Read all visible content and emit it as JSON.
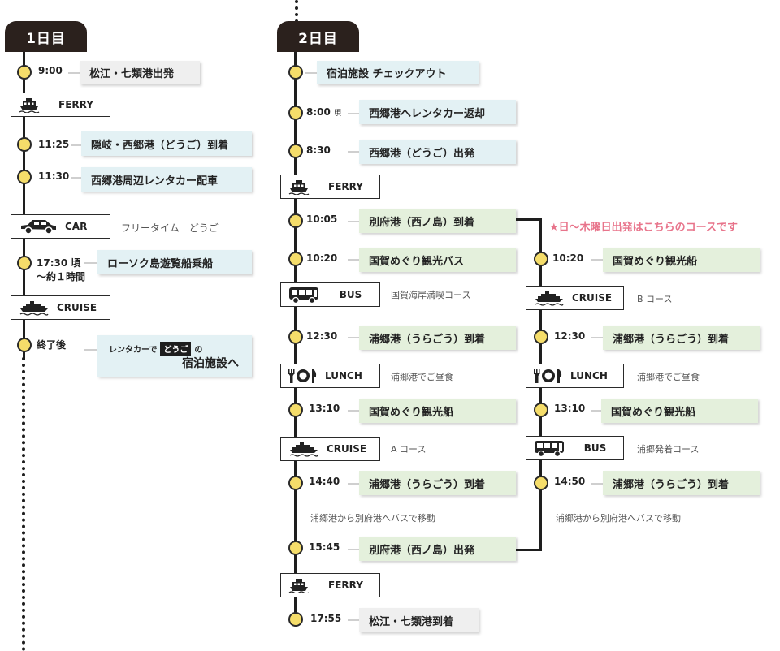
{
  "day1": {
    "title": "1日目",
    "stops": [
      {
        "time": "9:00",
        "text": "松江・七類港出発"
      },
      {
        "time": "11:25",
        "text": "隠岐・西郷港（どうご）到着"
      },
      {
        "time": "11:30",
        "text": "西郷港周辺レンタカー配車"
      },
      {
        "time": "17:30 頃",
        "time2": "〜約１時間",
        "text": "ローソク島遊覧船乗船"
      },
      {
        "time": "終了後"
      }
    ],
    "transport": [
      {
        "label": "FERRY",
        "icon": "ferry-icon"
      },
      {
        "label": "CAR",
        "icon": "car-icon",
        "note": "フリータイム　どうご"
      },
      {
        "label": "CRUISE",
        "icon": "cruise-icon"
      }
    ],
    "final": {
      "prefix": "レンタカーで",
      "tag": "どうご",
      "suffix": "の",
      "line2": "宿泊施設へ"
    }
  },
  "day2": {
    "title": "2日目",
    "stops": [
      {
        "time": "",
        "text": "宿泊施設 チェックアウト"
      },
      {
        "time": "8:00",
        "time_small": "頃",
        "text": "西郷港へレンタカー返却"
      },
      {
        "time": "8:30",
        "text": "西郷港（どうご）出発"
      },
      {
        "time": "10:05",
        "text": "別府港（西ノ島）到着"
      },
      {
        "time": "10:20",
        "text": "国賀めぐり観光バス"
      },
      {
        "time": "12:30",
        "text": "浦郷港（うらごう）到着"
      },
      {
        "time": "13:10",
        "text": "国賀めぐり観光船"
      },
      {
        "time": "14:40",
        "text": "浦郷港（うらごう）到着"
      },
      {
        "time": "15:45",
        "text": "別府港（西ノ島）出発"
      },
      {
        "time": "17:55",
        "text": "松江・七類港到着"
      }
    ],
    "transport": [
      {
        "label": "FERRY",
        "icon": "ferry-icon"
      },
      {
        "label": "BUS",
        "icon": "bus-icon",
        "note": "国賀海岸満喫コース"
      },
      {
        "label": "LUNCH",
        "icon": "lunch-icon",
        "note": "浦郷港でご昼食"
      },
      {
        "label": "CRUISE",
        "icon": "cruise-icon",
        "note": "A コース"
      },
      {
        "label": "FERRY",
        "icon": "ferry-icon"
      }
    ],
    "bus_move": "浦郷港から別府港へバスで移動"
  },
  "alt": {
    "banner": "★日〜木曜日出発はこちらのコースです",
    "stops": [
      {
        "time": "10:20",
        "text": "国賀めぐり観光船"
      },
      {
        "time": "12:30",
        "text": "浦郷港（うらごう）到着"
      },
      {
        "time": "13:10",
        "text": "国賀めぐり観光船"
      },
      {
        "time": "14:50",
        "text": "浦郷港（うらごう）到着"
      }
    ],
    "transport": [
      {
        "label": "CRUISE",
        "icon": "cruise-icon",
        "note": "B コース"
      },
      {
        "label": "LUNCH",
        "icon": "lunch-icon",
        "note": "浦郷港でご昼食"
      },
      {
        "label": "BUS",
        "icon": "bus-icon",
        "note": "浦郷発着コース"
      }
    ],
    "bus_move": "浦郷港から別府港へバスで移動"
  },
  "colors": {
    "dot": "#f5dd6a",
    "pink": "#e8748b",
    "gray_box": "#efefef",
    "blue_box": "#e3f1f4",
    "green_box": "#e4f0dc",
    "dark": "#2b211d"
  }
}
